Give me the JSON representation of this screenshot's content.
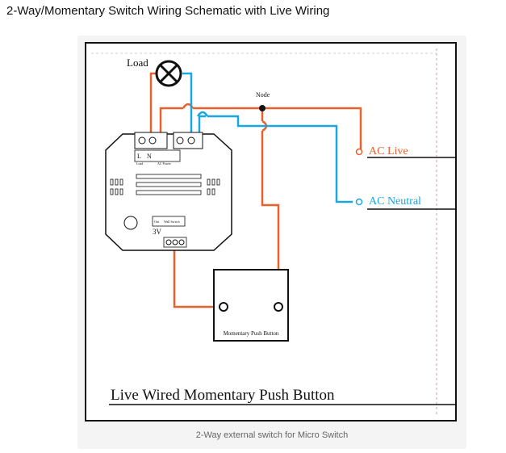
{
  "page": {
    "title": "2-Way/Momentary Switch Wiring Schematic with Live Wiring",
    "caption": "2-Way external switch for Micro Switch"
  },
  "diagram": {
    "load_label": "Load",
    "node_label": "Node",
    "ac_live_label": "AC Live",
    "ac_neutral_label": "AC Neutral",
    "module": {
      "terminal_l": "L",
      "terminal_n": "N",
      "load_label": "Load",
      "ac_power_label": "AC Power",
      "out_label": "Out",
      "wall_switch_label": "Wall Switch",
      "voltage_label": "3V"
    },
    "push_button_label": "Momentary Push Button",
    "main_heading": "Live Wired Momentary Push Button"
  },
  "colors": {
    "live_wire": "#e8602c",
    "neutral_wire": "#1aa6e0",
    "outline": "#111111",
    "ac_live_text": "#e8602c",
    "ac_neutral_text": "#1aa6e0"
  }
}
